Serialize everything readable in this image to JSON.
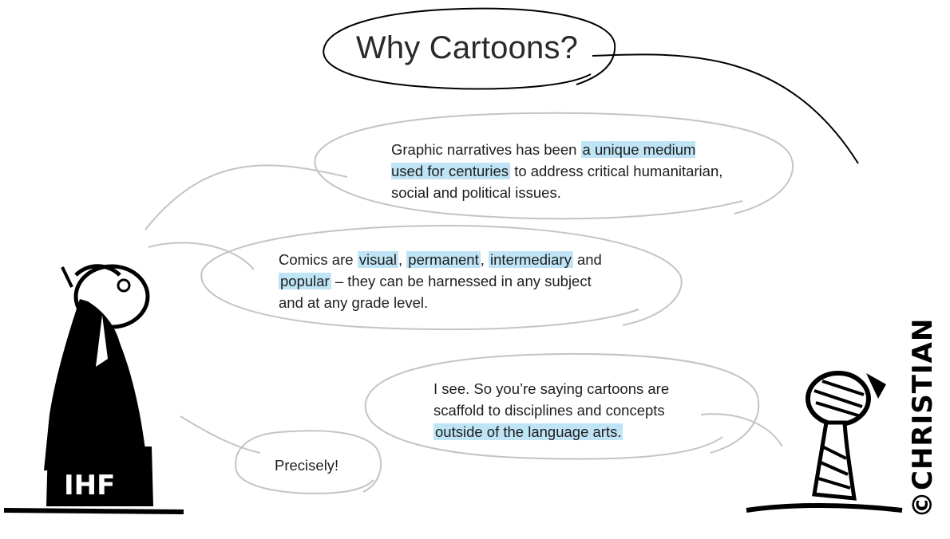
{
  "title": "Why Cartoons?",
  "bubble1": {
    "part1": "Graphic narratives has been ",
    "hl1": "a unique medium used for centuries",
    "part2": " to address critical humanitarian, social and political issues."
  },
  "bubble2": {
    "part1": "Comics are ",
    "hl_visual": "visual",
    "sep1": ", ",
    "hl_permanent": "permanent",
    "sep2": ", ",
    "hl_intermediary": "intermediary",
    "part2": " and ",
    "hl_popular": "popular",
    "part3": " – they can be harnessed in any subject and at any grade level."
  },
  "bubble3": {
    "part1": "I see.  So you’re saying cartoons are scaffold to disciplines and concepts ",
    "hl1": "outside of the language arts."
  },
  "bubble4": {
    "text": "Precisely!"
  },
  "signature": "©CHRISTIAN",
  "colors": {
    "highlight": "#bfe4f5",
    "bubble_stroke": "#c4c4c4",
    "title_stroke": "#000000"
  }
}
